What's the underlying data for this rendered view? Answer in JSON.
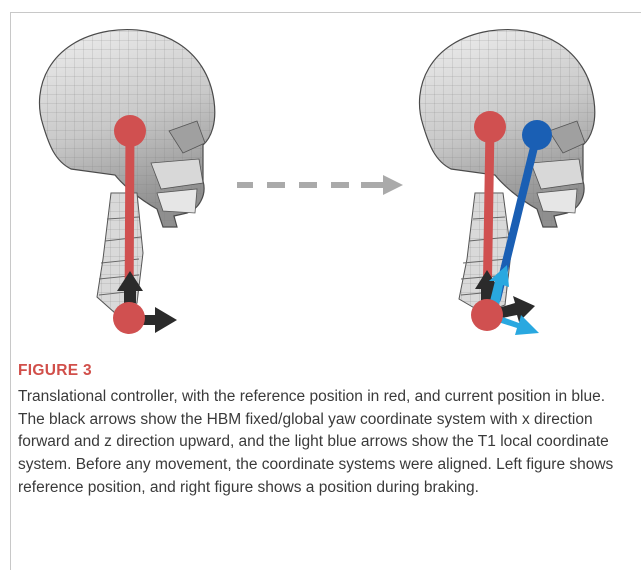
{
  "figure": {
    "label": "FIGURE 3",
    "caption": "Translational controller, with the reference position in red, and current position in blue. The black arrows show the HBM fixed/global yaw coordinate system with x direction forward and z direction upward, and the light blue arrows show the T1 local coordinate system. Before any movement, the coordinate systems were aligned. Left figure shows reference position, and right figure shows a position during braking."
  },
  "colors": {
    "reference": "#d05050",
    "current": "#1a5fb4",
    "global_axes": "#2b2b2b",
    "local_axes": "#29a8e0",
    "transition_arrow": "#aaaaaa",
    "label_red": "#d14f4a"
  },
  "icons": {
    "left_panel": "skull-neck-model-reference",
    "right_panel": "skull-neck-model-braking",
    "middle": "dashed-right-arrow"
  }
}
